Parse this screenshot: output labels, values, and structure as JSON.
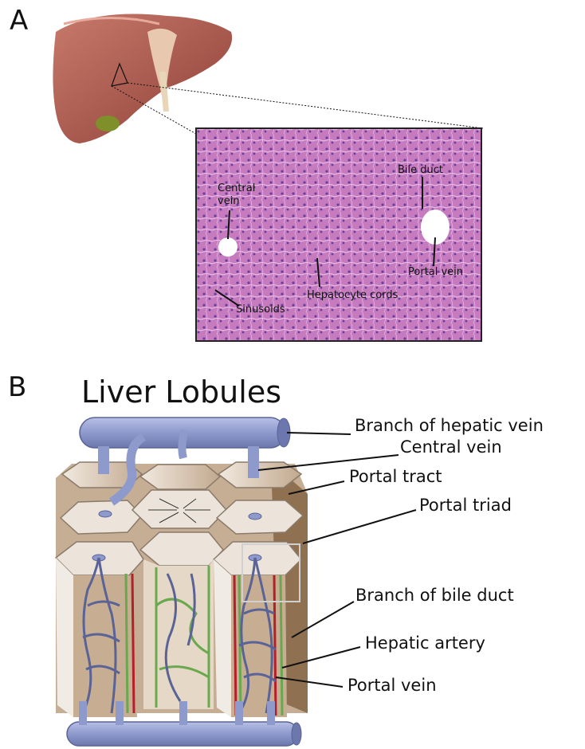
{
  "panel_a": {
    "letter": "A",
    "labels": {
      "central_vein": "Central\nvein",
      "bile_duct": "Bile duct",
      "portal_vein": "Portal vein",
      "hepatocyte_cords": "Hepatocyte cords",
      "sinusoids": "Sinusoids"
    }
  },
  "panel_b": {
    "letter": "B",
    "title": "Liver Lobules",
    "labels": {
      "branch_hepatic_vein": "Branch of hepatic vein",
      "central_vein": "Central vein",
      "portal_tract": "Portal tract",
      "portal_triad": "Portal triad",
      "branch_bile_duct": "Branch of bile duct",
      "hepatic_artery": "Hepatic artery",
      "portal_vein": "Portal vein"
    }
  },
  "colors": {
    "liver": "#a8534a",
    "histology": "#c77bbf",
    "vessel_blue": "#8e99cc",
    "lobule_top": "#ece4da",
    "lobule_side": "#b8a088",
    "bile_green": "#6aa84f",
    "artery_red": "#b3202a"
  }
}
